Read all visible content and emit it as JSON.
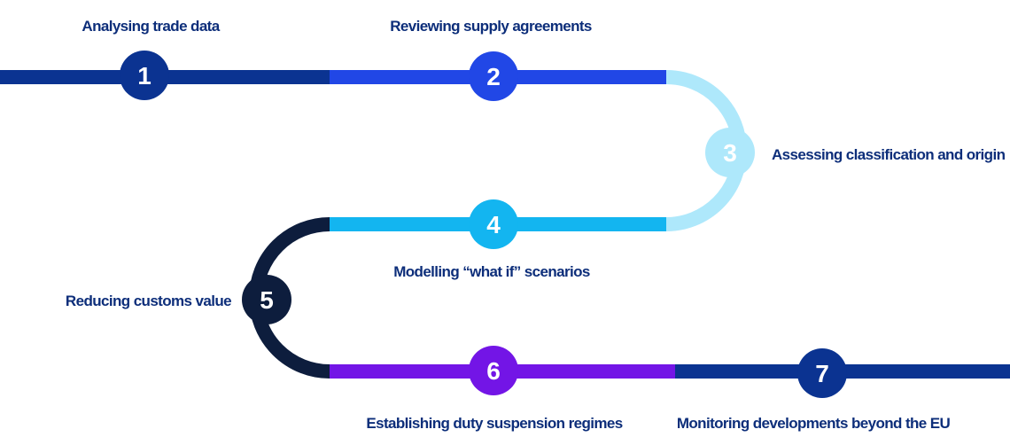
{
  "steps": [
    {
      "number": "1",
      "label": "Analysing trade data",
      "color": "#0b3391"
    },
    {
      "number": "2",
      "label": "Reviewing supply agreements",
      "color": "#2147e6"
    },
    {
      "number": "3",
      "label": "Assessing classification and origin",
      "color": "#aee8fb"
    },
    {
      "number": "4",
      "label": "Modelling “what if” scenarios",
      "color": "#13b5f0"
    },
    {
      "number": "5",
      "label": "Reducing customs value",
      "color": "#0d1d3d"
    },
    {
      "number": "6",
      "label": "Establishing duty suspension regimes",
      "color": "#7315e6"
    },
    {
      "number": "7",
      "label": "Monitoring developments beyond the EU",
      "color": "#0b3391"
    }
  ]
}
